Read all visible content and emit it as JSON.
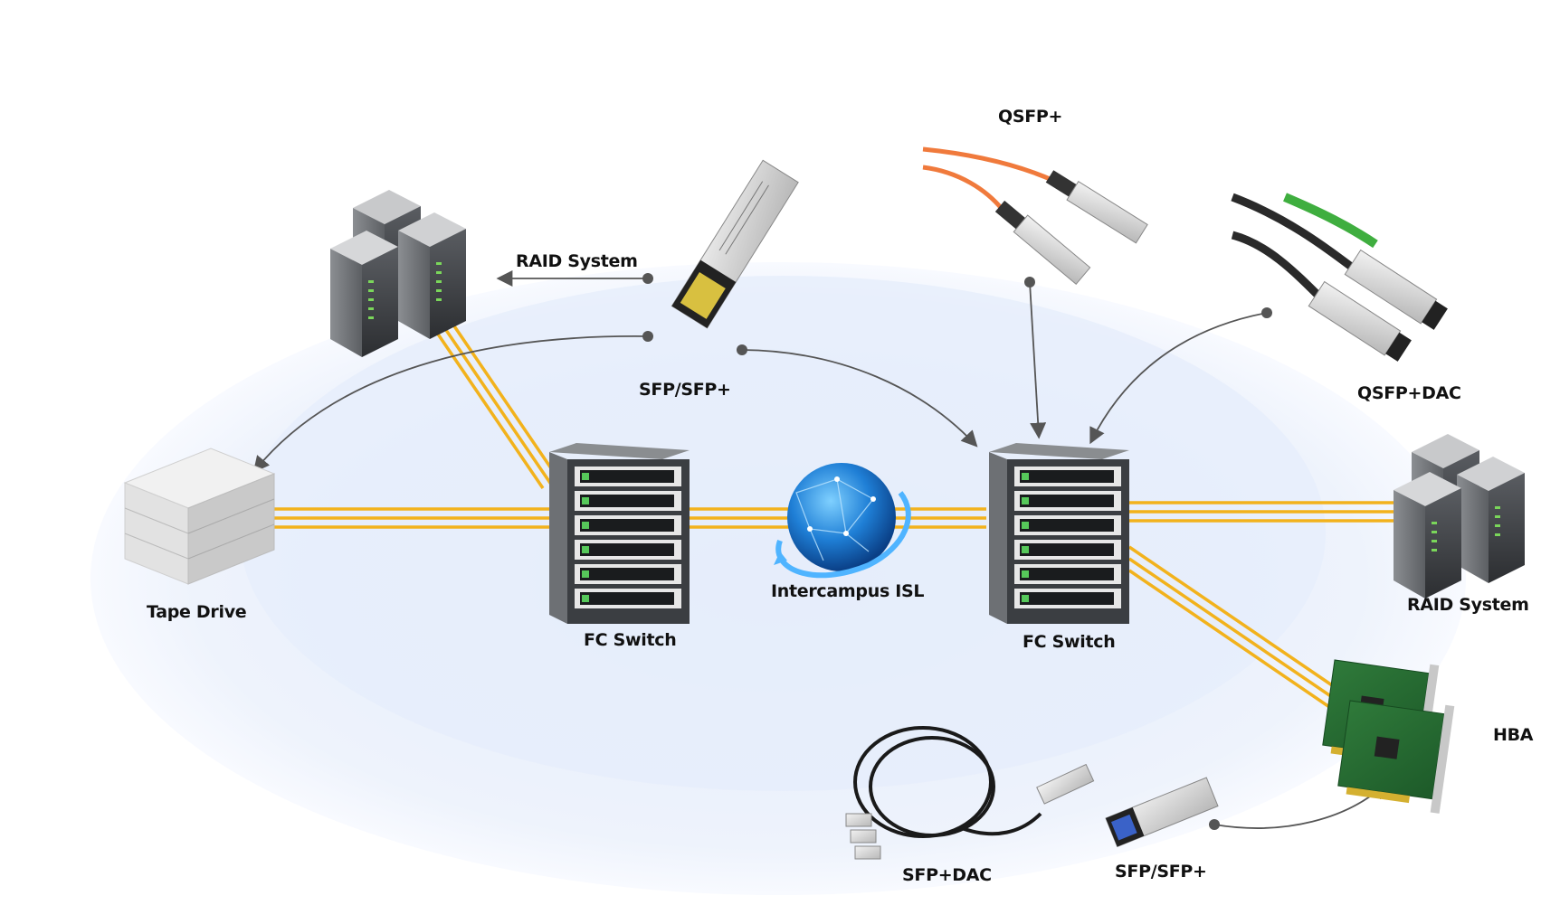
{
  "diagram": {
    "labels": {
      "raid_top_left": "RAID System",
      "sfp_top": "SFP/SFP+",
      "qsfp_top": "QSFP+",
      "qsfp_dac": "QSFP+DAC",
      "tape_drive": "Tape Drive",
      "fc_switch_left": "FC Switch",
      "intercampus": "Intercampus ISL",
      "fc_switch_right": "FC Switch",
      "raid_right": "RAID System",
      "hba": "HBA",
      "sfp_dac_bottom": "SFP+DAC",
      "sfp_bottom": "SFP/SFP+"
    },
    "colors": {
      "fiber": "#f2b21c",
      "arrow": "#555555",
      "ellipse_outer": "#eef3fc",
      "ellipse_inner": "#e3ebfa"
    },
    "icons": [
      "server-rack-icon",
      "sfp-module-icon",
      "qsfp-cable-icon",
      "qsfp-dac-icon",
      "tape-drive-icon",
      "fc-switch-icon",
      "globe-icon",
      "hba-card-icon",
      "sfp-dac-cable-icon"
    ]
  }
}
